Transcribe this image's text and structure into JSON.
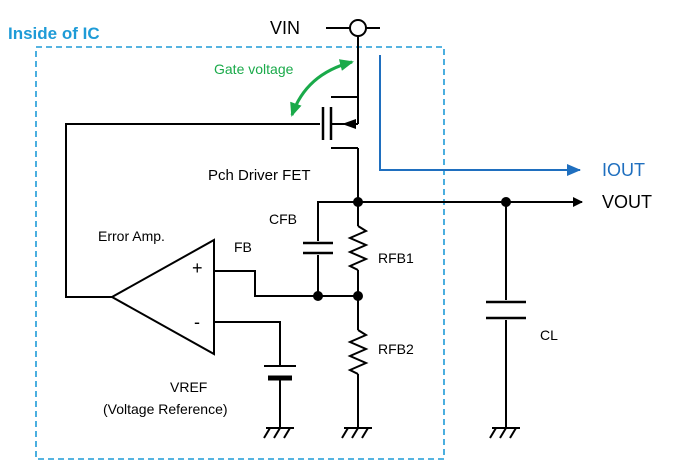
{
  "labels": {
    "inside_ic": "Inside of IC",
    "vin": "VIN",
    "gate_voltage": "Gate voltage",
    "fet": "Pch Driver FET",
    "iout": "IOUT",
    "vout": "VOUT",
    "cfb": "CFB",
    "error_amp": "Error Amp.",
    "fb": "FB",
    "plus": "+",
    "minus": "-",
    "rfb1": "RFB1",
    "rfb2": "RFB2",
    "cl": "CL",
    "vref": "VREF",
    "vref_desc": "(Voltage Reference)"
  },
  "colors": {
    "wire": "#000000",
    "ic_border": "#1e9bd7",
    "ic_label": "#1e9bd7",
    "current_path": "#1f6fbf",
    "gate_arrow": "#1aaa4a"
  }
}
